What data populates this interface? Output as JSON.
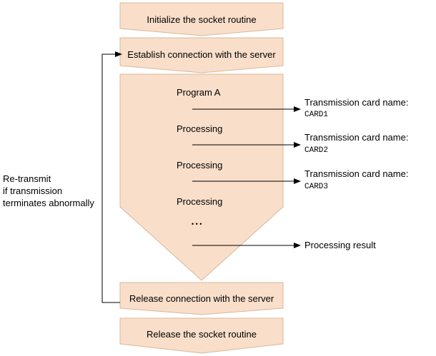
{
  "colors": {
    "fill": "#f9dec9",
    "stroke": "#d9b89c",
    "line": "#000000"
  },
  "steps": {
    "init": "Initialize the socket routine",
    "connect": "Establish connection with the server",
    "release_conn": "Release connection with the server",
    "release_socket": "Release the socket routine"
  },
  "program": {
    "title": "Program A",
    "processing": [
      "Processing",
      "Processing",
      "Processing"
    ],
    "ellipsis": "• • •"
  },
  "outputs": [
    {
      "label": "Transmission card name:",
      "card": "CARD1"
    },
    {
      "label": "Transmission card name:",
      "card": "CARD2"
    },
    {
      "label": "Transmission card name:",
      "card": "CARD3"
    }
  ],
  "result": "Processing result",
  "retransmit": [
    "Re-transmit",
    "if transmission",
    "terminates abnormally"
  ]
}
